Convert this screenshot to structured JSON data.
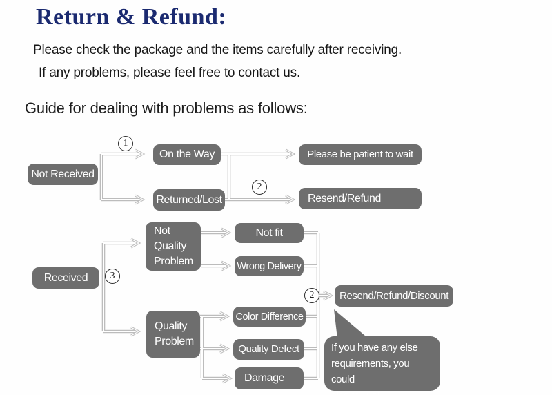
{
  "header": {
    "title": "Return & Refund:",
    "line1": "Please check the package and the items carefully after receiving.",
    "line2": "If any problems, please feel free to contact us.",
    "guide": "Guide for dealing with problems as follows:"
  },
  "colors": {
    "c-title": "#1b2a70",
    "c-node": "#6e6e6e",
    "c-nodetext": "#ffffff",
    "c-line": "#bcbcbc"
  },
  "flow_not_received": {
    "root": "Not Received",
    "badge_step1": "1",
    "badge_step2": "2",
    "on_the_way": "On the Way",
    "returned_lost": "Returned/Lost",
    "be_patient": "Please be patient to wait",
    "resend_refund": "Resend/Refund"
  },
  "flow_received": {
    "root": "Received",
    "badge_step3": "3",
    "badge_step2": "2",
    "not_quality_problem": "Not\nQuality\nProblem",
    "quality_problem": "Quality\nProblem",
    "not_fit": "Not fit",
    "wrong_delivery": "Wrong Delivery",
    "color_difference": "Color Difference",
    "quality_defect": "Quality Defect",
    "damage": "Damage",
    "resend_refund_discount": "Resend/Refund/Discount",
    "note_bubble": "If you have any else\nrequirements, you could\nalso tell us!"
  }
}
